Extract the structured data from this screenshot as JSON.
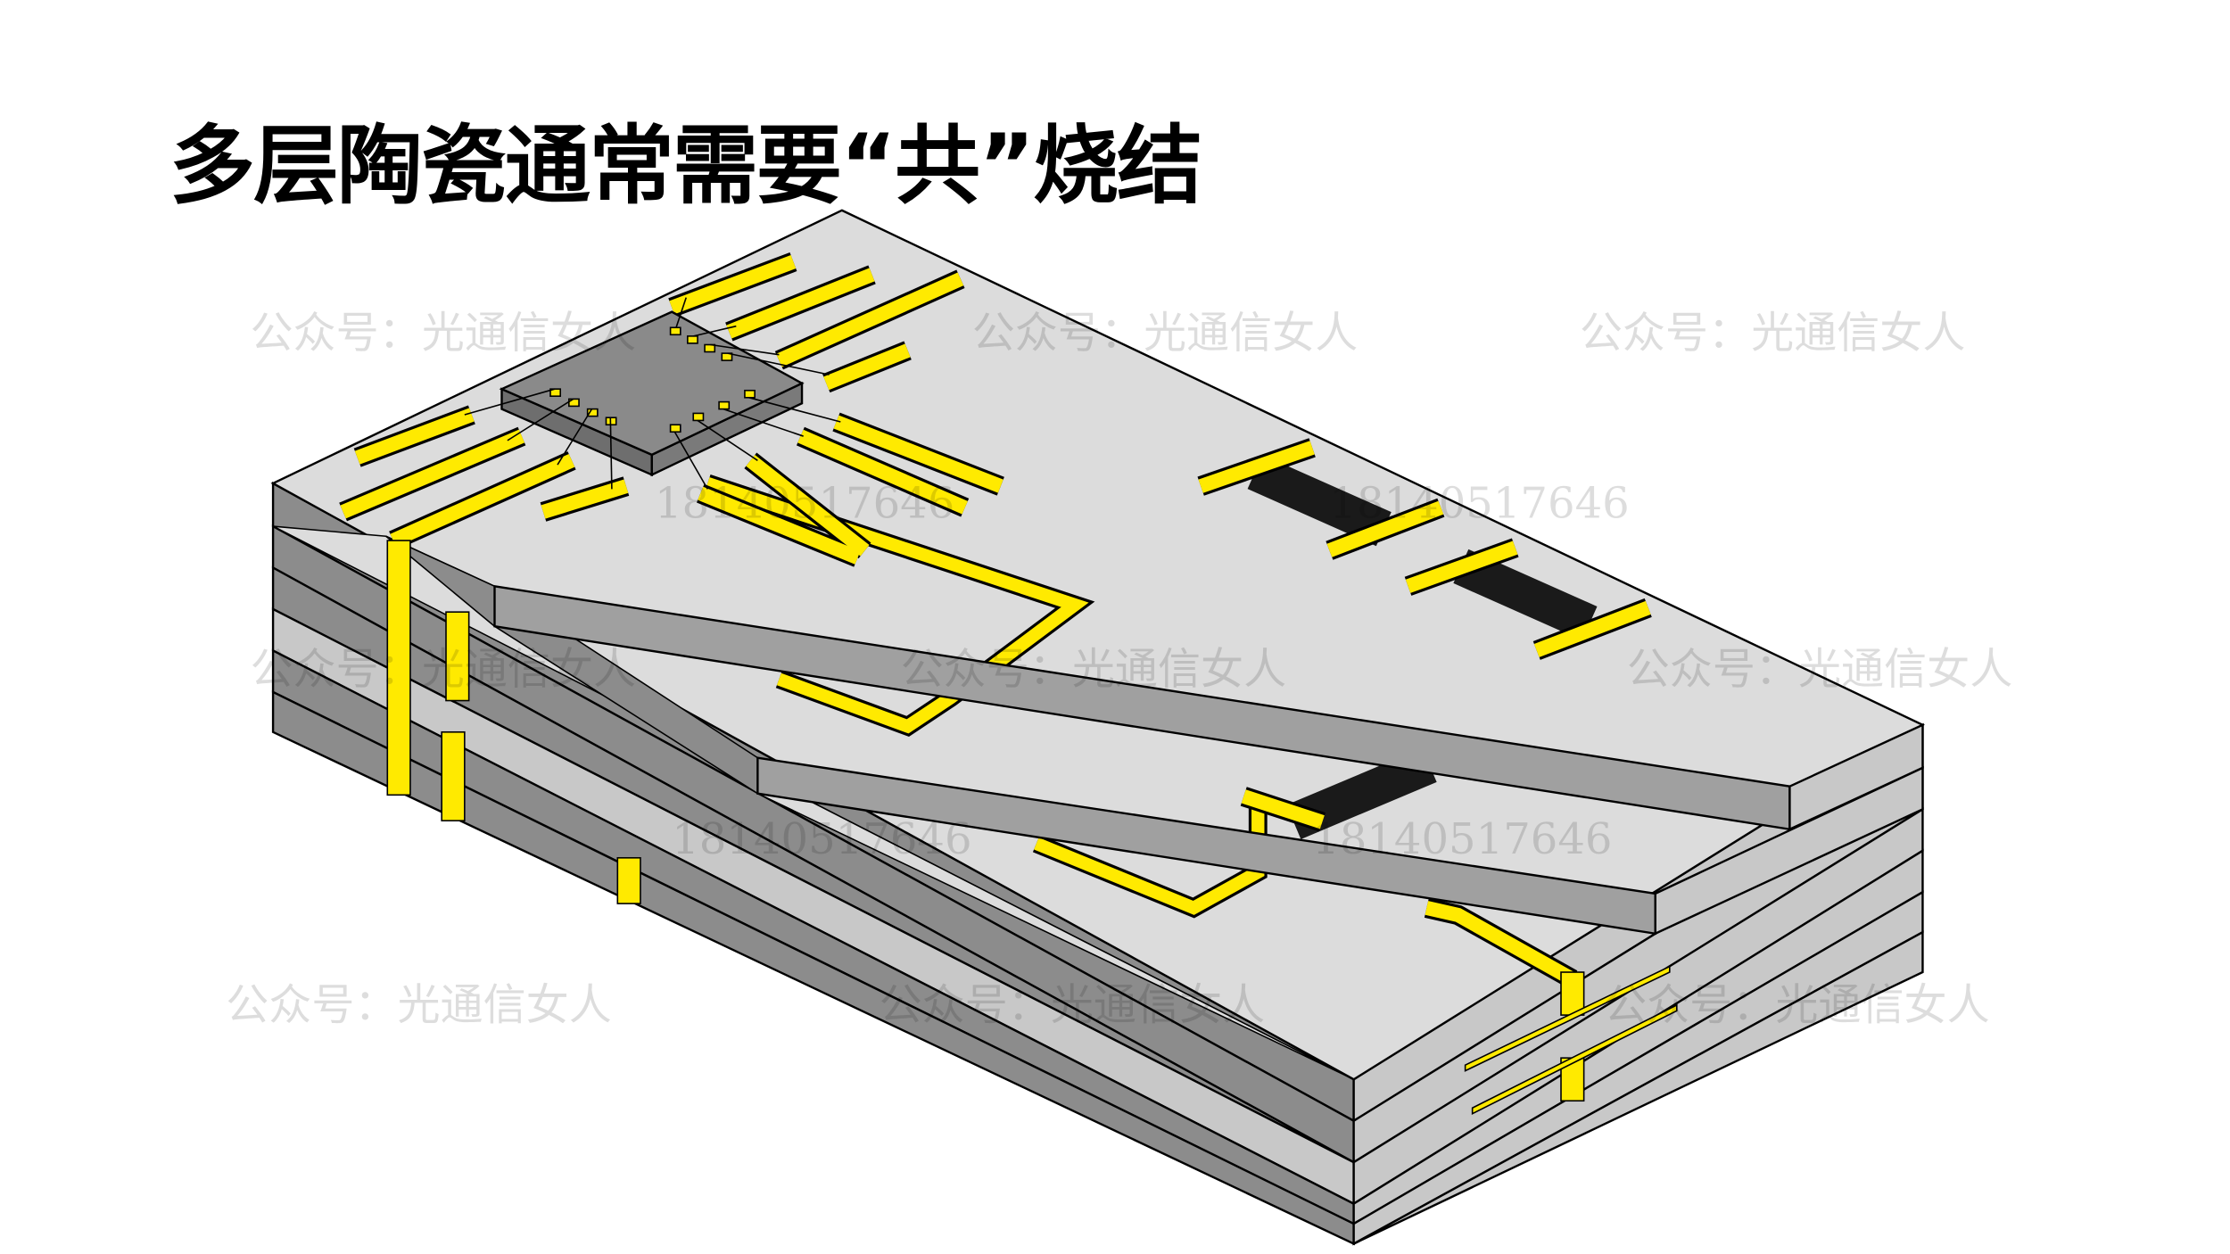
{
  "slide": {
    "title": "多层陶瓷通常需要“共”烧结"
  },
  "watermarks": {
    "account": "公众号：光通信女人",
    "phone": "18140517646"
  },
  "colors": {
    "ceramic_top": "#dcdcdc",
    "ceramic_side_dark": "#8c8c8c",
    "ceramic_side_light": "#c8c8c8",
    "conductor": "#ffea00",
    "resistor": "#1a1a1a",
    "chip": "#8a8a8a"
  }
}
